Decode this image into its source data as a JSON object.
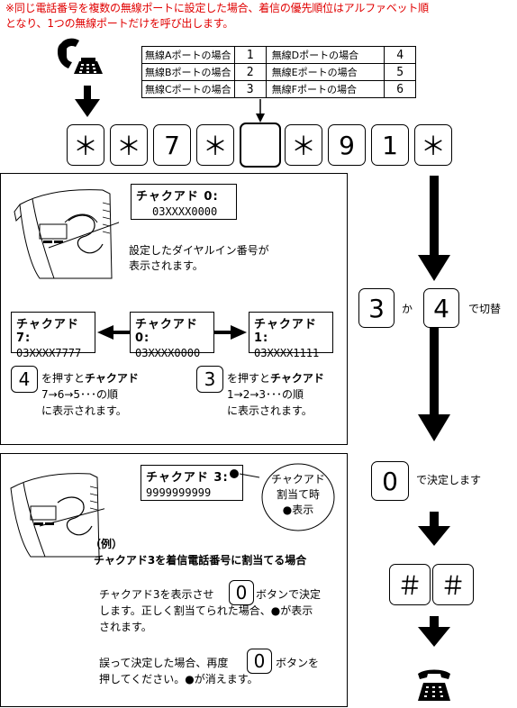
{
  "note": {
    "line1": "※同じ電話番号を複数の無線ポートに設定した場合、着信の優先順位はアルファベット順",
    "line2": "となり、1つの無線ポートだけを呼び出します。"
  },
  "ports": {
    "rows": [
      {
        "a_label": "無線Aポートの場合",
        "a_num": "1",
        "b_label": "無線Dポートの場合",
        "b_num": "4"
      },
      {
        "a_label": "無線Bポートの場合",
        "a_num": "2",
        "b_label": "無線Eポートの場合",
        "b_num": "5"
      },
      {
        "a_label": "無線Cポートの場合",
        "a_num": "3",
        "b_label": "無線Fポートの場合",
        "b_num": "6"
      }
    ]
  },
  "sequence": {
    "k1": "＊",
    "k2": "＊",
    "k3": "7",
    "k4": "＊",
    "k5": "",
    "k6": "＊",
    "k7": "9",
    "k8": "1",
    "k9": "＊"
  },
  "panel1": {
    "lcd_top": {
      "title": "チャクアド 0:",
      "value": "03XXXX0000"
    },
    "desc1": "設定したダイヤルイン番号が",
    "desc2": "表示されます。",
    "lcd_left": {
      "title": "チャクアド 7:",
      "value": "03XXXX7777"
    },
    "lcd_mid": {
      "title": "チャクアド 0:",
      "value": "03XXXX0000"
    },
    "lcd_right": {
      "title": "チャクアド 1:",
      "value": "03XXXX1111"
    },
    "key_left": "4",
    "left_l1a": "を押すと",
    "left_l1b": "チャクアド",
    "left_l2": "7→6→5･･･の順",
    "left_l3": "に表示されます。",
    "key_right": "3",
    "right_l1a": "を押すと",
    "right_l1b": "チャクアド",
    "right_l2": "1→2→3･･･の順",
    "right_l3": "に表示されます。"
  },
  "switch": {
    "key_a": "3",
    "ka": "か",
    "key_b": "4",
    "label": "で切替"
  },
  "decide": {
    "key": "0",
    "label": "で決定します"
  },
  "hash": {
    "k1": "＃",
    "k2": "＃"
  },
  "panel2": {
    "lcd": {
      "title": "チャクアド 3:",
      "value": "9999999999"
    },
    "bubble1": "チャクアド",
    "bubble2": "割当て時",
    "bubble3": "●表示",
    "ex_title": "（例）",
    "ex_head": "チャクアド3を着信電話番号に割当てる場合",
    "p1a": "チャクアド3を表示させ",
    "p1key": "0",
    "p1b": "ボタンで決定",
    "p1c": "します。正しく割当てられた場合、●が表示",
    "p1d": "されます。",
    "p2a": "誤って決定した場合、再度",
    "p2key": "0",
    "p2b": "ボタンを",
    "p2c": "押してください。●が消えます。"
  }
}
